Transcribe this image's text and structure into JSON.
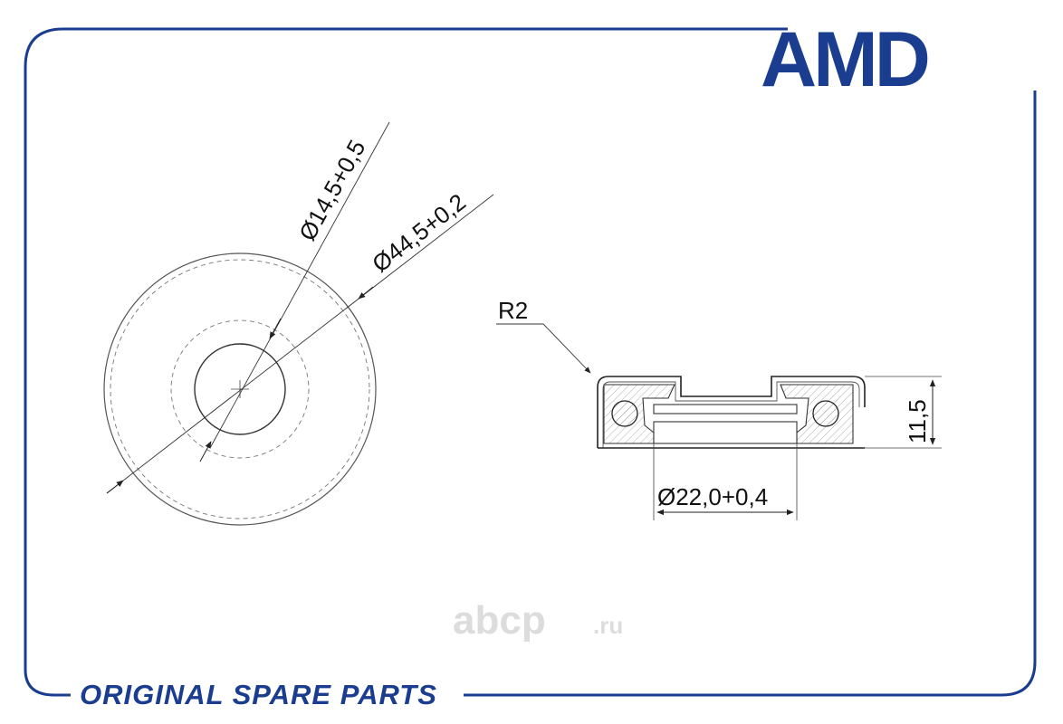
{
  "logo": {
    "text": "AMD",
    "color": "#1a3d8f"
  },
  "footer": {
    "tagline": "ORIGINAL SPARE PARTS"
  },
  "watermark": {
    "main": "abcp",
    "tld": ".ru"
  },
  "front_view": {
    "inner_diameter_label": "Ø14,5+0,5",
    "outer_diameter_label": "Ø44,5+0,2"
  },
  "section_view": {
    "radius_label": "R2",
    "height_label": "11,5",
    "bore_label": "Ø22,0+0,4"
  },
  "colors": {
    "frame": "#1a3d8f",
    "line": "#222222",
    "thin": "#555555"
  }
}
